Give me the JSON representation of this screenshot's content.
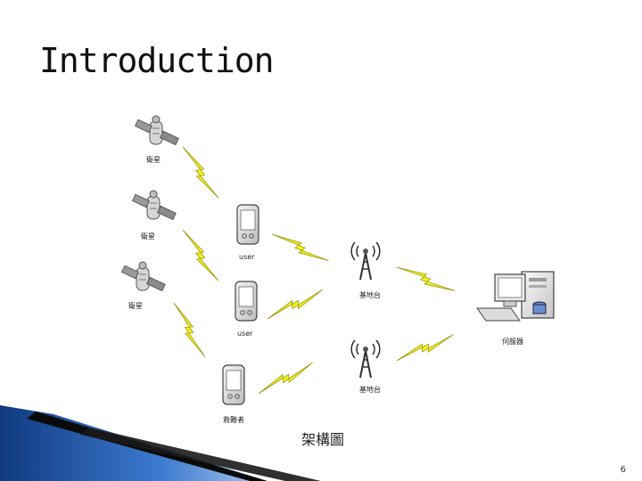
{
  "slide": {
    "title": "Introduction",
    "caption": "架構圖",
    "page_number": "6"
  },
  "diagram": {
    "satellites": [
      {
        "label": "衛星"
      },
      {
        "label": "衛星"
      },
      {
        "label": "衛星"
      }
    ],
    "devices": [
      {
        "label": "user"
      },
      {
        "label": "user"
      },
      {
        "label": "救難者"
      }
    ],
    "towers": [
      {
        "label": "基地台"
      },
      {
        "label": "基地台"
      }
    ],
    "server": {
      "label": "伺服器"
    }
  },
  "colors": {
    "lightning": "#f2f21a",
    "lightning_outline": "#9a9a10",
    "accent_blue": "#1f4fa0"
  }
}
